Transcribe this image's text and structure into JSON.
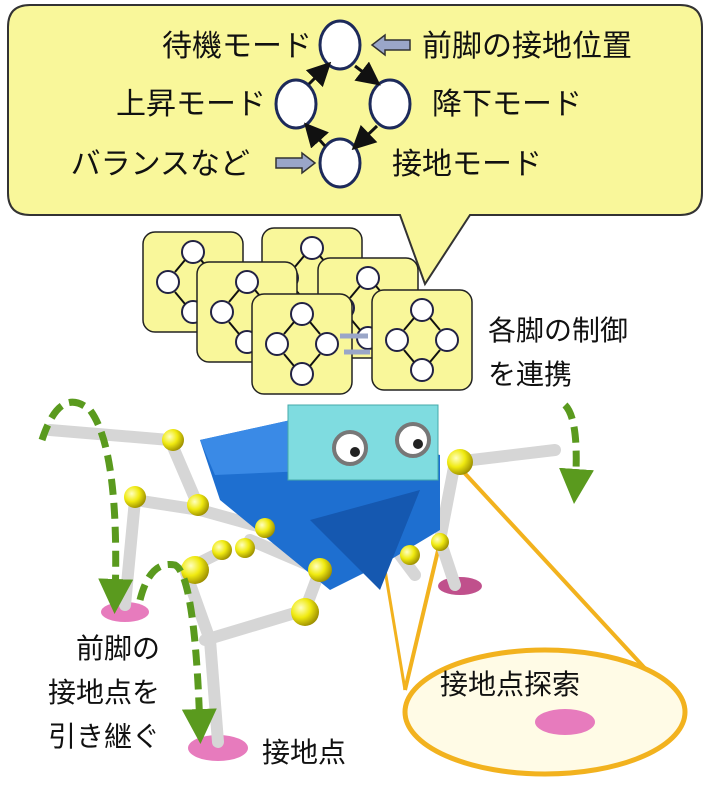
{
  "callout": {
    "state_standby": "待機モード",
    "state_ascend": "上昇モード",
    "state_descend": "降下モード",
    "state_ground": "接地モード",
    "input_front_leg": "前脚の接地位置",
    "input_balance": "バランスなど"
  },
  "cards_label": {
    "line1": "各脚の制御",
    "line2": "を連携"
  },
  "left_label": {
    "line1": "前脚の",
    "line2": "接地点を",
    "line3": "引き継ぐ"
  },
  "contact_point": "接地点",
  "search_label": "接地点探索",
  "colors": {
    "bubble": "#f9f79a",
    "body": "#1e6fd0",
    "head": "#7fdce0",
    "arrow_green": "#5a9a1e",
    "ground_pink": "#e77bbd",
    "cone": "#f2b21e"
  }
}
